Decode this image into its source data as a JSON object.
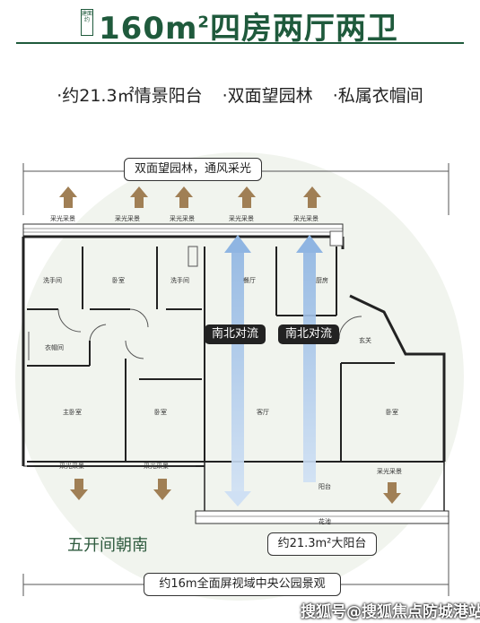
{
  "header": {
    "badge": "建面约",
    "title_prefix": "160m",
    "title_sup": "2",
    "title_suffix": "四房两厅两卫"
  },
  "features": [
    "·约21.3㎡情景阳台",
    "·双面望园林",
    "·私属衣帽间"
  ],
  "callouts": {
    "top": "双面望园林，通风采光",
    "ns1": "南北对流",
    "ns2": "南北对流",
    "balcony": "约21.3m²大阳台",
    "bottom": "约16m全面屏视域中央公园景观",
    "orientation": "五开间朝南"
  },
  "light_label": "采光采景",
  "rooms": {
    "bath1": "洗手间",
    "bed_n": "卧室",
    "bath2": "洗手间",
    "dining": "餐厅",
    "kitchen": "厨房",
    "closet": "衣帽间",
    "entry": "玄关",
    "master": "主卧室",
    "bed_s": "卧室",
    "living": "客厅",
    "bed_e": "卧室",
    "balcony": "阳台",
    "planter": "花池"
  },
  "watermark": "搜狐号@搜狐焦点防城港站",
  "colors": {
    "brand_green": "#1f5a3c",
    "arrow": "#a07f55",
    "flow": "#a9c6e8"
  }
}
